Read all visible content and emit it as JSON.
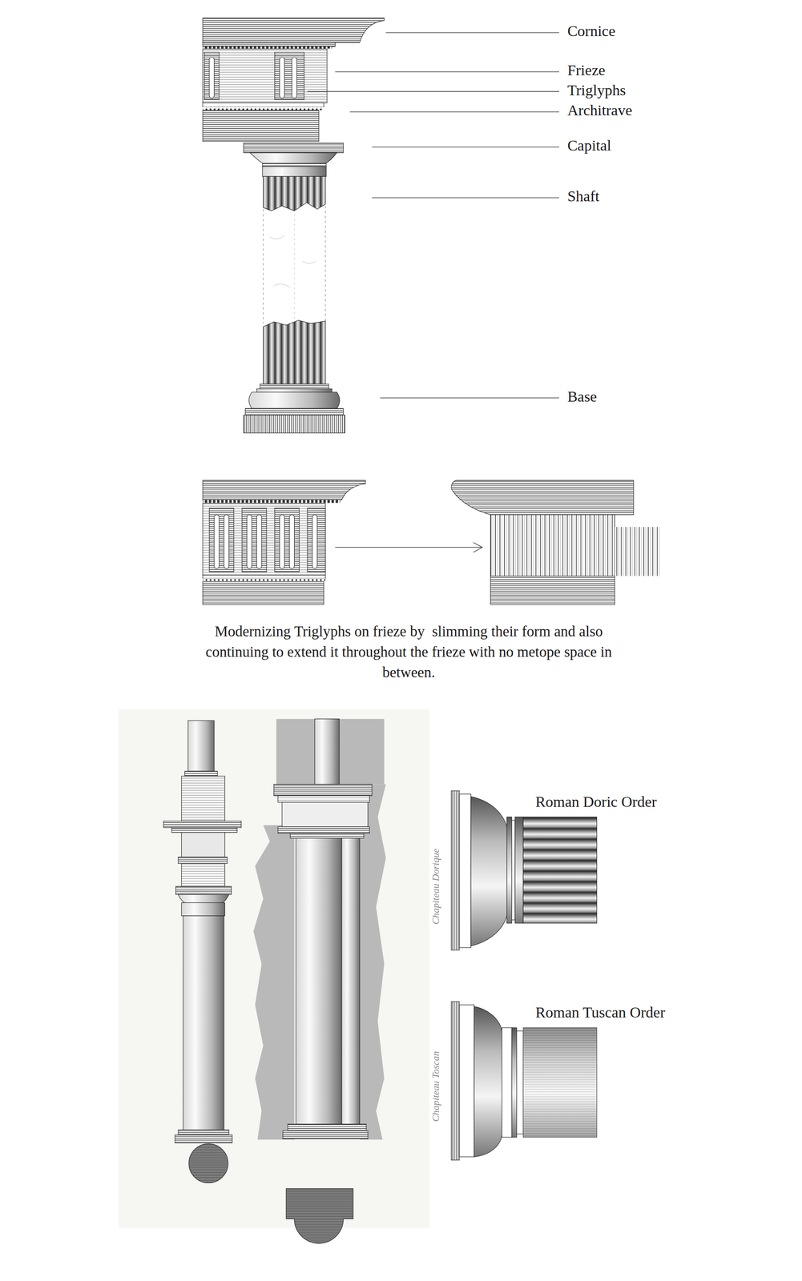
{
  "diagram": {
    "caption": "Modernizing Triglyphs on frieze by  slimming their form and also continuing to extend it throughout the frieze with no metope space in between.",
    "labels": [
      "Cornice",
      "Frieze",
      "Triglyphs",
      "Architrave",
      "Capital",
      "Shaft",
      "Base",
      "Roman Doric Order",
      "Roman Tuscan Order",
      "Chapiteau Dorique",
      "Chapiteau Toscan"
    ]
  }
}
